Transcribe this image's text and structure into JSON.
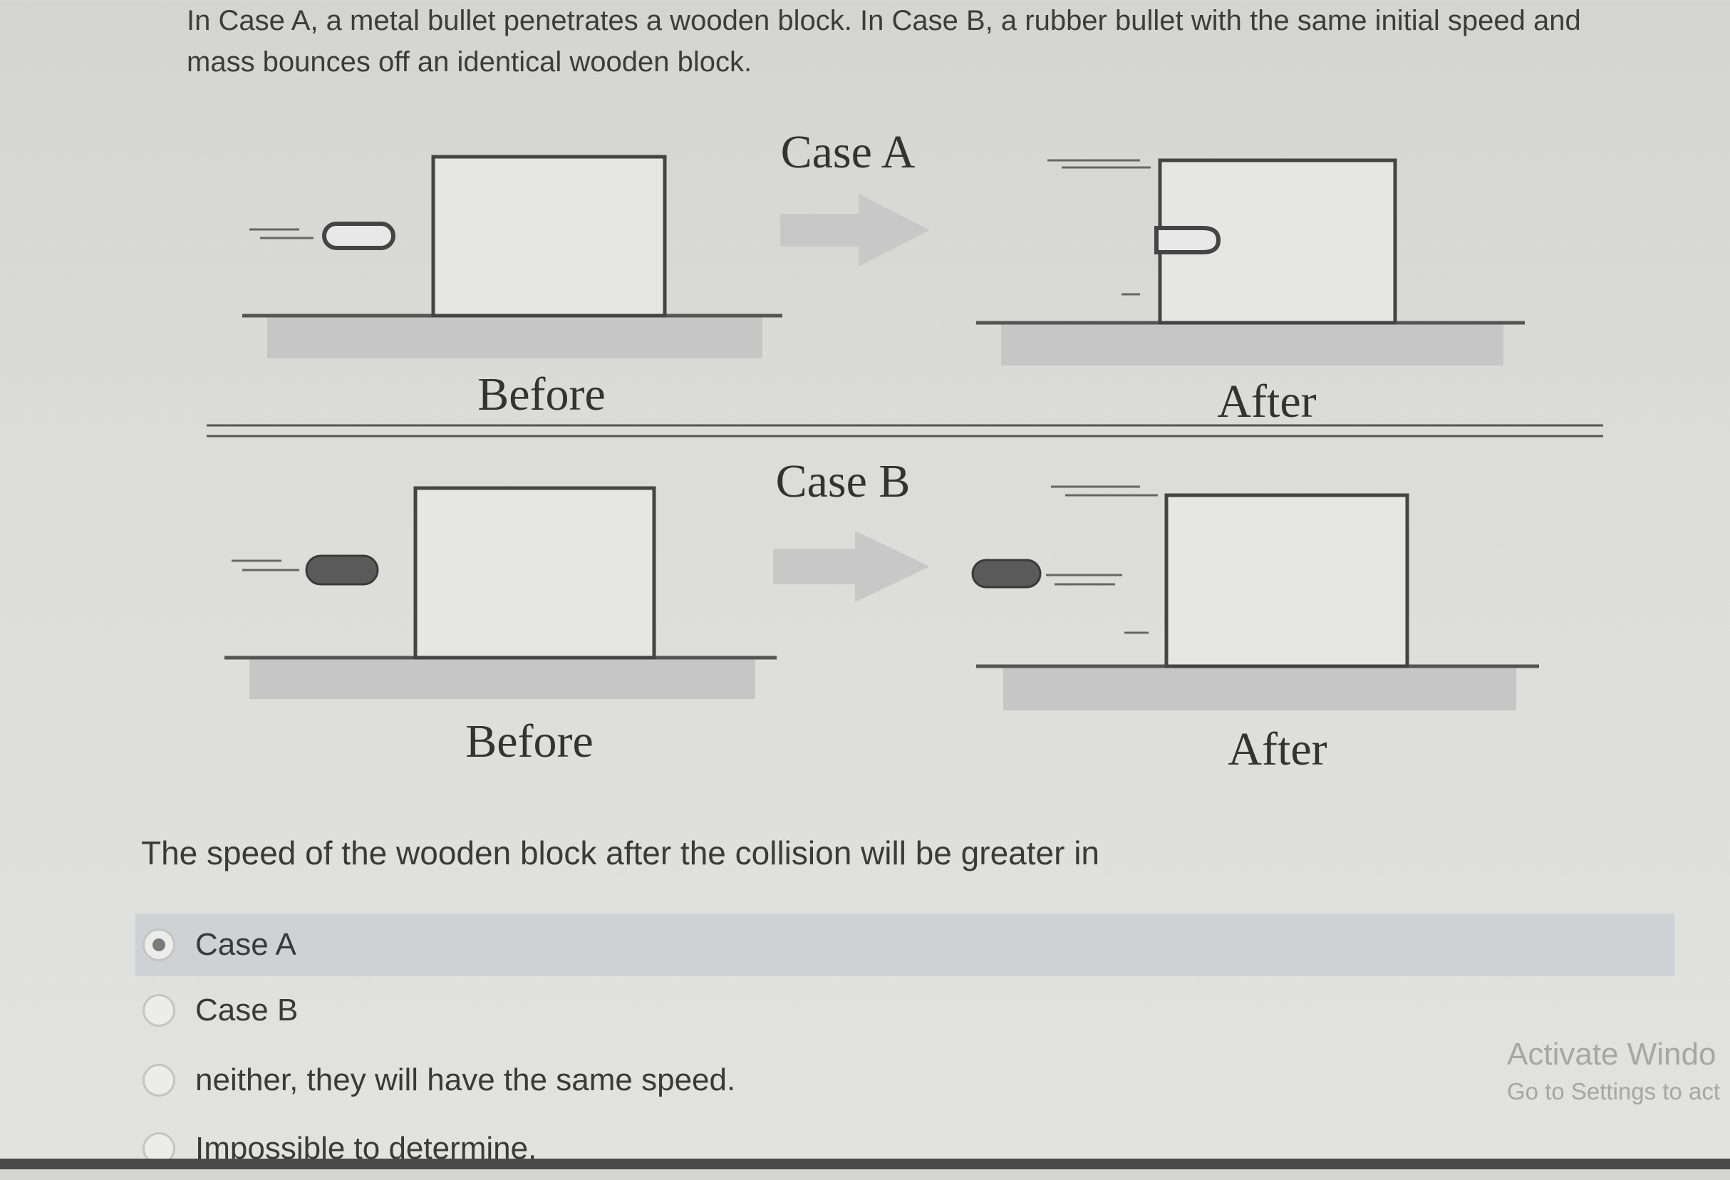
{
  "question": {
    "intro": "In Case A, a metal bullet penetrates a wooden block. In Case B, a rubber bullet with the same initial speed and mass bounces off an identical wooden block.",
    "prompt": "The speed of the wooden block after the collision will be greater in"
  },
  "diagram": {
    "case_a_label": "Case A",
    "case_b_label": "Case B",
    "before_label": "Before",
    "after_label": "After"
  },
  "options": [
    {
      "label": "Case A",
      "selected": true
    },
    {
      "label": "Case B",
      "selected": false
    },
    {
      "label": "neither, they will have the same speed.",
      "selected": false
    },
    {
      "label": "Impossible to determine.",
      "selected": false
    }
  ],
  "watermark": {
    "line1": "Activate Windo",
    "line2": "Go to Settings to act"
  },
  "colors": {
    "selected_row": "#cfd1d4",
    "arrow": "#c8c8c8",
    "ground_shadow": "#c6c6c6",
    "rubber_bullet": "#5a5a5a"
  }
}
